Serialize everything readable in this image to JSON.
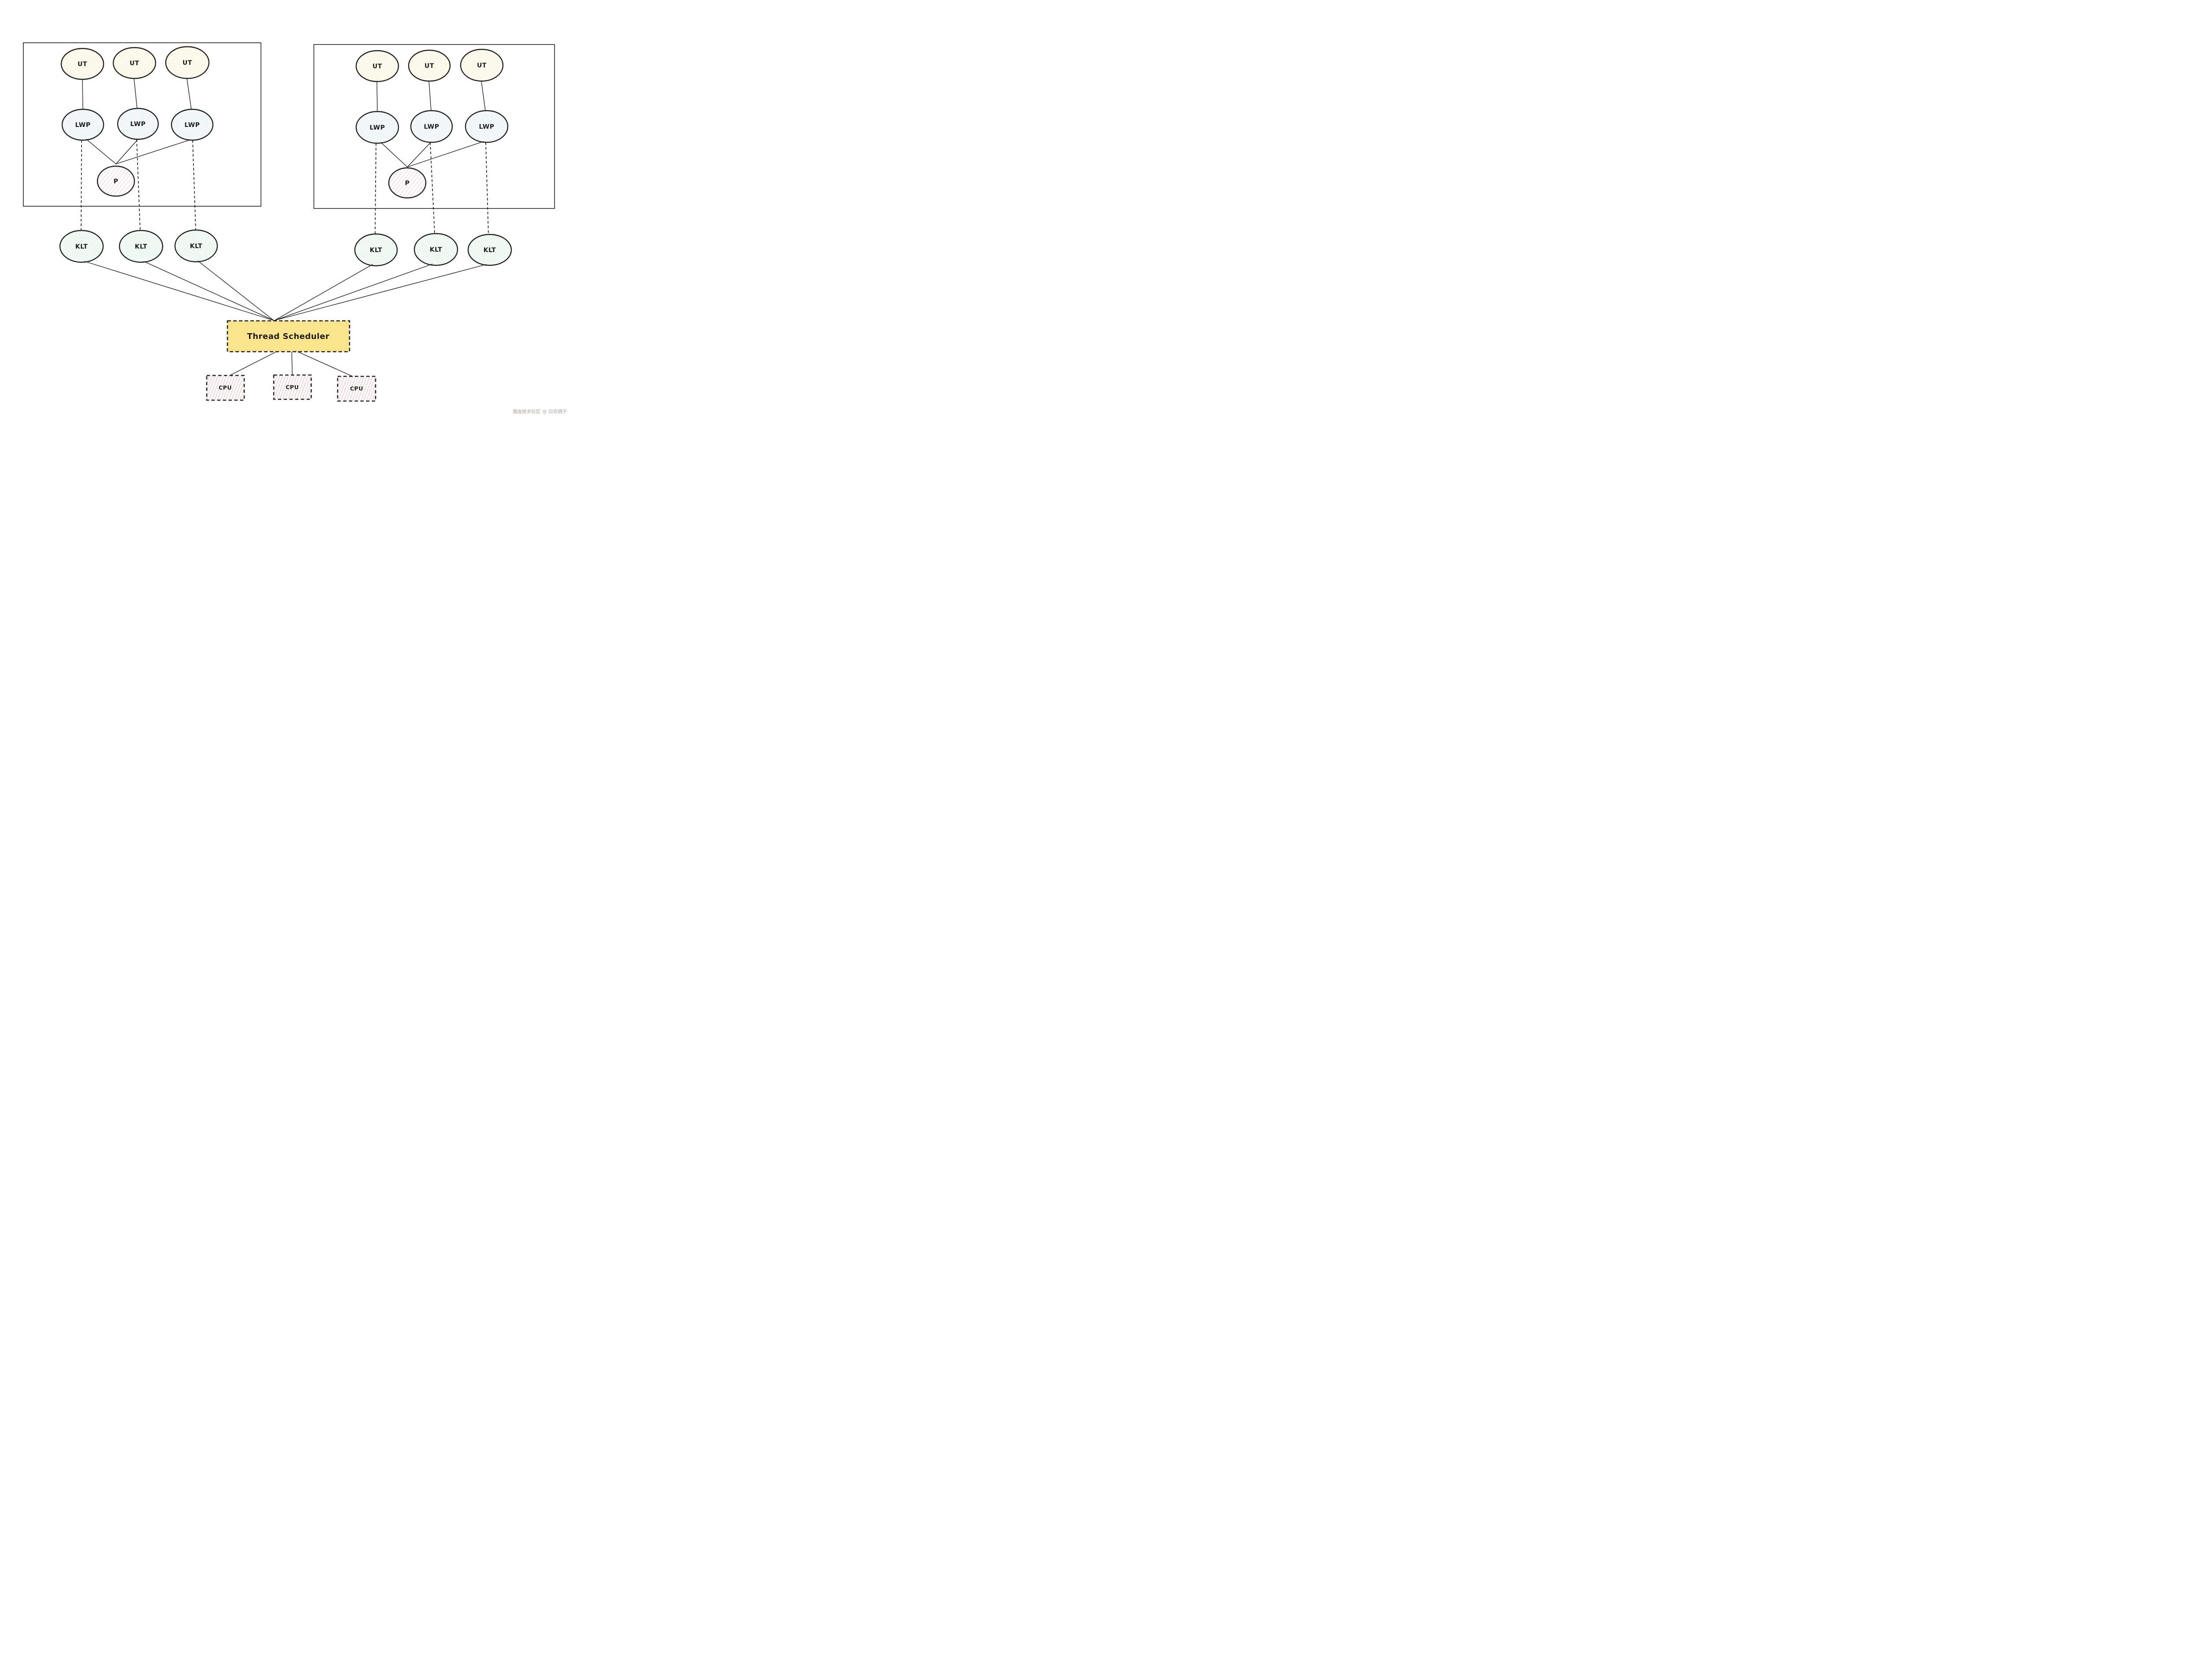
{
  "diagram": {
    "process_boxes": [
      {
        "user_threads": [
          "UT",
          "UT",
          "UT"
        ],
        "lwps": [
          "LWP",
          "LWP",
          "LWP"
        ],
        "process_label": "P"
      },
      {
        "user_threads": [
          "UT",
          "UT",
          "UT"
        ],
        "lwps": [
          "LWP",
          "LWP",
          "LWP"
        ],
        "process_label": "P"
      }
    ],
    "kernel_threads": [
      "KLT",
      "KLT",
      "KLT",
      "KLT",
      "KLT",
      "KLT"
    ],
    "scheduler_label": "Thread Scheduler",
    "cpus": [
      "CPU",
      "CPU",
      "CPU"
    ],
    "colors": {
      "stroke": "#232020",
      "ut_hatch": "#F6D567",
      "lwp_hatch": "#9FD0F0",
      "p_hatch": "#F28298",
      "klt_hatch": "#8BE3A6",
      "cpu_hatch": "#DD4F4F",
      "scheduler_fill": "#FAE58D"
    }
  },
  "watermark": {
    "text": "掘金技术社区 @ 白衣鸽子"
  }
}
